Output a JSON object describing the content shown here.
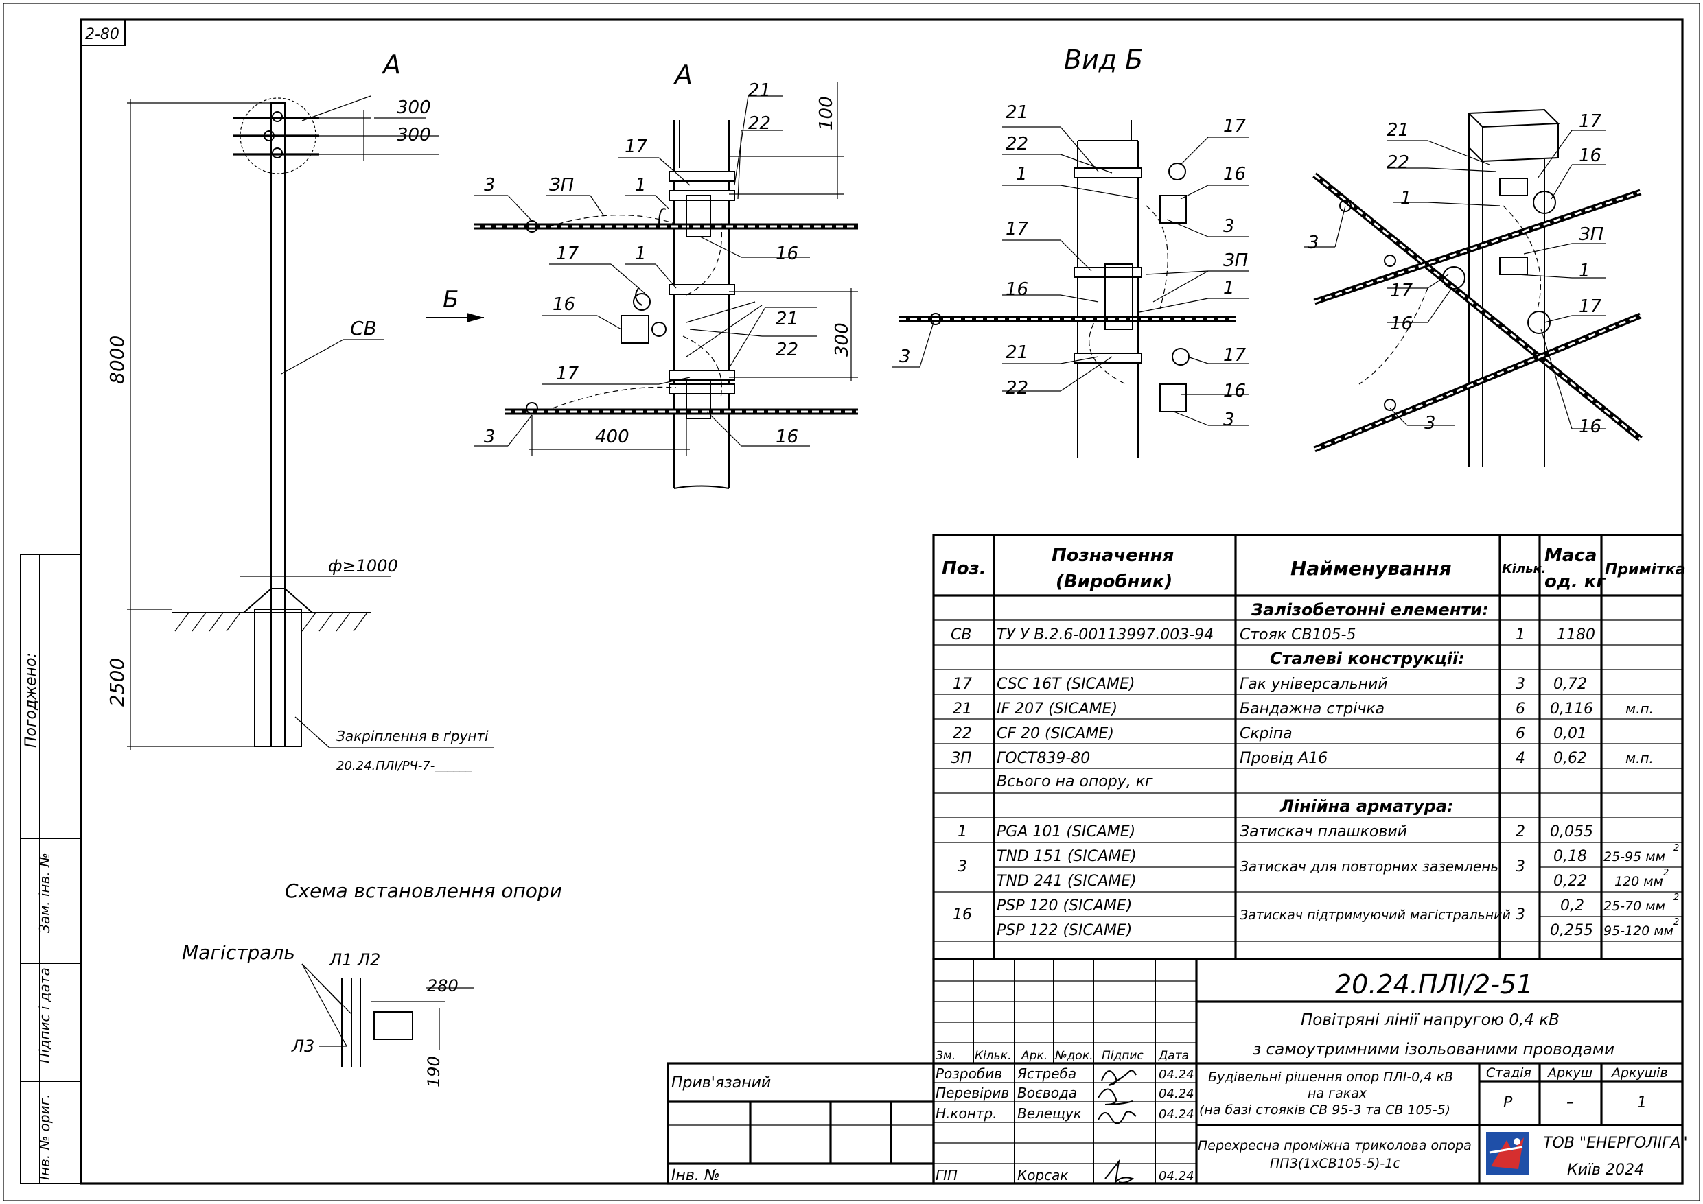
{
  "sheet_code": "2-80",
  "view_labels": {
    "a_main": "А",
    "a_detail": "А",
    "view_b": "Вид Б",
    "arrow_b": "Б"
  },
  "pole_drawing": {
    "dim_300_top": "300",
    "dim_300_second": "300",
    "pole_label": "СВ",
    "height_above": "8000",
    "depth_below": "2500",
    "foundation_diam": "ф≥1000",
    "foundation_note": "Закріплення в ґрунті",
    "foundation_ref": "20.24.ПЛІ/РЧ-7-______",
    "title": "Схема встановлення опори"
  },
  "magistral": {
    "title": "Магістраль",
    "l1l2": "Л1 Л2",
    "l3": "Л3",
    "dim_280": "280",
    "dim_190": "190"
  },
  "detail_a_callouts": {
    "c21a": "21",
    "c22a": "22",
    "c17a": "17",
    "c3a": "3",
    "c3pa": "ЗП",
    "c1a": "1",
    "c16a": "16",
    "c17b": "17",
    "c1b": "1",
    "c16b": "16",
    "c21b": "21",
    "c22b": "22",
    "c17c": "17",
    "c3b": "3",
    "c16c": "16",
    "dim_100": "100",
    "dim_300": "300",
    "dim_400": "400"
  },
  "view_b_callouts": {
    "c21": "21",
    "c22": "22",
    "c1": "1",
    "c17a": "17",
    "c16a": "16",
    "c3a": "3",
    "c3p": "ЗП",
    "c17b": "17",
    "c16b": "16",
    "c1b": "1",
    "c3b": "3",
    "c21b": "21",
    "c22b": "22",
    "c17c": "17",
    "c16c": "16",
    "c3c": "3"
  },
  "iso_callouts": {
    "c21": "21",
    "c22": "22",
    "c1": "1",
    "c3a": "3",
    "c17a": "17",
    "c16a": "16",
    "c3p": "ЗП",
    "c1b": "1",
    "c17b": "17",
    "c16b": "16",
    "c17c": "17",
    "c3b": "3",
    "c16c": "16"
  },
  "spec_table": {
    "headers": {
      "pos": "Поз.",
      "designation": "Позначення (Виробник)",
      "designation_l1": "Позначення",
      "designation_l2": "(Виробник)",
      "name": "Найменування",
      "qty": "Кільк.",
      "mass": "Маса од. кг",
      "mass_l1": "Маса",
      "mass_l2": "од. кг",
      "note": "Примітка"
    },
    "rows": [
      {
        "section": "Залізобетонні елементи:"
      },
      {
        "pos": "СВ",
        "designation": "ТУ У В.2.6-00113997.003-94",
        "name": "Стояк СВ105-5",
        "qty": "1",
        "mass": "1180",
        "note": ""
      },
      {
        "section": "Сталеві конструкції:"
      },
      {
        "pos": "17",
        "designation": "CSC 16T  (SICAME)",
        "name": "Гак універсальний",
        "qty": "3",
        "mass": "0,72",
        "note": ""
      },
      {
        "pos": "21",
        "designation": "IF 207  (SICAME)",
        "name": "Бандажна стрічка",
        "qty": "6",
        "mass": "0,116",
        "note": "м.п."
      },
      {
        "pos": "22",
        "designation": "CF 20  (SICAME)",
        "name": "Скріпа",
        "qty": "6",
        "mass": "0,01",
        "note": ""
      },
      {
        "pos": "ЗП",
        "designation": "ГОСТ839-80",
        "name": "Провід А16",
        "qty": "4",
        "mass": "0,62",
        "note": "м.п."
      },
      {
        "pos": "",
        "designation": "Всього на опору, кг",
        "name": "",
        "qty": "",
        "mass": "",
        "note": ""
      },
      {
        "section": "Лінійна арматура:"
      },
      {
        "pos": "1",
        "designation": "PGA  101  (SICAME)",
        "name": "Затискач плашковий",
        "qty": "2",
        "mass": "0,055",
        "note": ""
      },
      {
        "pos": "3",
        "designation": "TND  151  (SICAME)",
        "designation2": "TND  241  (SICAME)",
        "name": "Затискач для повторних заземлень",
        "qty": "3",
        "mass": "0,18",
        "mass2": "0,22",
        "note": "25-95 мм",
        "note2": "120 мм"
      },
      {
        "pos": "16",
        "designation": "PSP  120  (SICAME)",
        "designation2": "PSP  122  (SICAME)",
        "name": "Затискач підтримуючий магістральний",
        "qty": "3",
        "mass": "0,2",
        "mass2": "0,255",
        "note": "25-70 мм",
        "note2": "95-120 мм"
      }
    ],
    "note_superscript": "2"
  },
  "title_block": {
    "doc_code": "20.24.ПЛІ/2-51",
    "line1": "Повітряні лінії напругою 0,4 кВ",
    "line2": "з самоутримними ізольованими проводами",
    "col_zm": "Зм.",
    "col_kilk": "Кільк.",
    "col_ark": "Арк.",
    "col_ndok": "№док.",
    "col_pidpys": "Підпис",
    "col_data": "Дата",
    "razrobyv_role": "Розробив",
    "razrobyv_name": "Ястреба",
    "razrobyv_date": "04.24",
    "pereviryv_role": "Перевірив",
    "pereviryv_name": "Воєвода",
    "pereviryv_date": "04.24",
    "nkontr_role": "Н.контр.",
    "nkontr_name": "Велещук",
    "nkontr_date": "04.24",
    "gip_role": "ГІП",
    "gip_name": "Корсак",
    "gip_date": "04.24",
    "subject_l1": "Будівельні рішення опор ПЛІ-0,4 кВ",
    "subject_l2": "на гаках",
    "subject_l3": "(на базі стояків СВ 95-3 та СВ 105-5)",
    "stadia_label": "Стадія",
    "arkush_label": "Аркуш",
    "arkushiv_label": "Аркушів",
    "stadia": "Р",
    "arkush": "–",
    "arkushiv": "1",
    "drawing_l1": "Перехресна проміжна триколова опора",
    "drawing_l2": "ППЗ(1хСВ105-5)-1с",
    "company": "ТОВ \"ЕНЕРГОЛІГА\"",
    "city_year": "Київ 2024",
    "pryviazanyi": "Прив'язаний",
    "inv_no": "Інв. №"
  },
  "left_strip": {
    "pogodzheno": "Погоджено:",
    "zam_inv": "Зам. інв. №",
    "pidpys_data": "Підпис і дата",
    "inv_orig": "Інв. № ориг."
  }
}
